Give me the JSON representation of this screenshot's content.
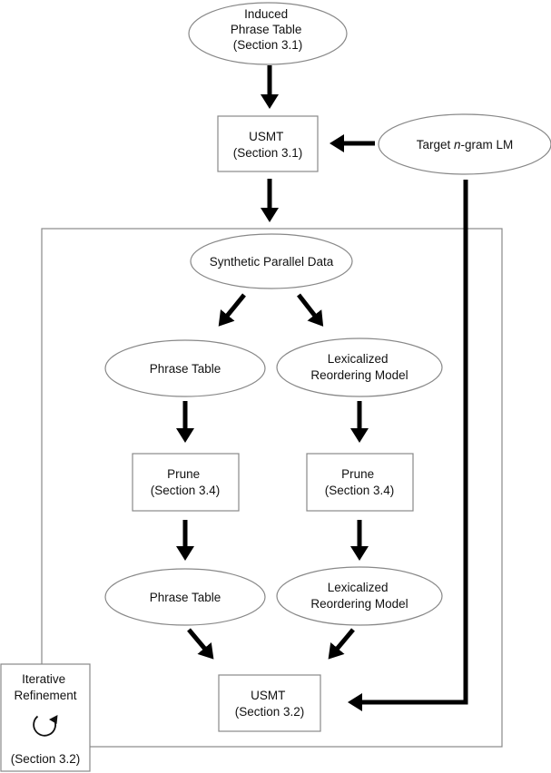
{
  "nodes": {
    "induced_phrase_table": {
      "lines": [
        "Induced",
        "Phrase Table",
        "(Section 3.1)"
      ]
    },
    "usmt_top": {
      "lines": [
        "USMT",
        "(Section 3.1)"
      ]
    },
    "target_lm": {
      "prefix": "Target ",
      "italic": "n",
      "suffix": "-gram LM"
    },
    "synthetic_parallel_data": {
      "lines": [
        "Synthetic Parallel Data"
      ]
    },
    "phrase_table_1": {
      "lines": [
        "Phrase Table"
      ]
    },
    "lexicalized_reordering_1": {
      "lines": [
        "Lexicalized",
        "Reordering Model"
      ]
    },
    "prune_left": {
      "lines": [
        "Prune",
        "(Section 3.4)"
      ]
    },
    "prune_right": {
      "lines": [
        "Prune",
        "(Section 3.4)"
      ]
    },
    "phrase_table_2": {
      "lines": [
        "Phrase Table"
      ]
    },
    "lexicalized_reordering_2": {
      "lines": [
        "Lexicalized",
        "Reordering Model"
      ]
    },
    "usmt_bottom": {
      "lines": [
        "USMT",
        "(Section 3.2)"
      ]
    },
    "iterative_refinement": {
      "lines": [
        "Iterative",
        "Refinement"
      ],
      "section": "(Section 3.2)",
      "icon": "refresh-icon"
    }
  },
  "colors": {
    "stroke": "#888888",
    "arrow": "#000000",
    "text": "#111111"
  }
}
